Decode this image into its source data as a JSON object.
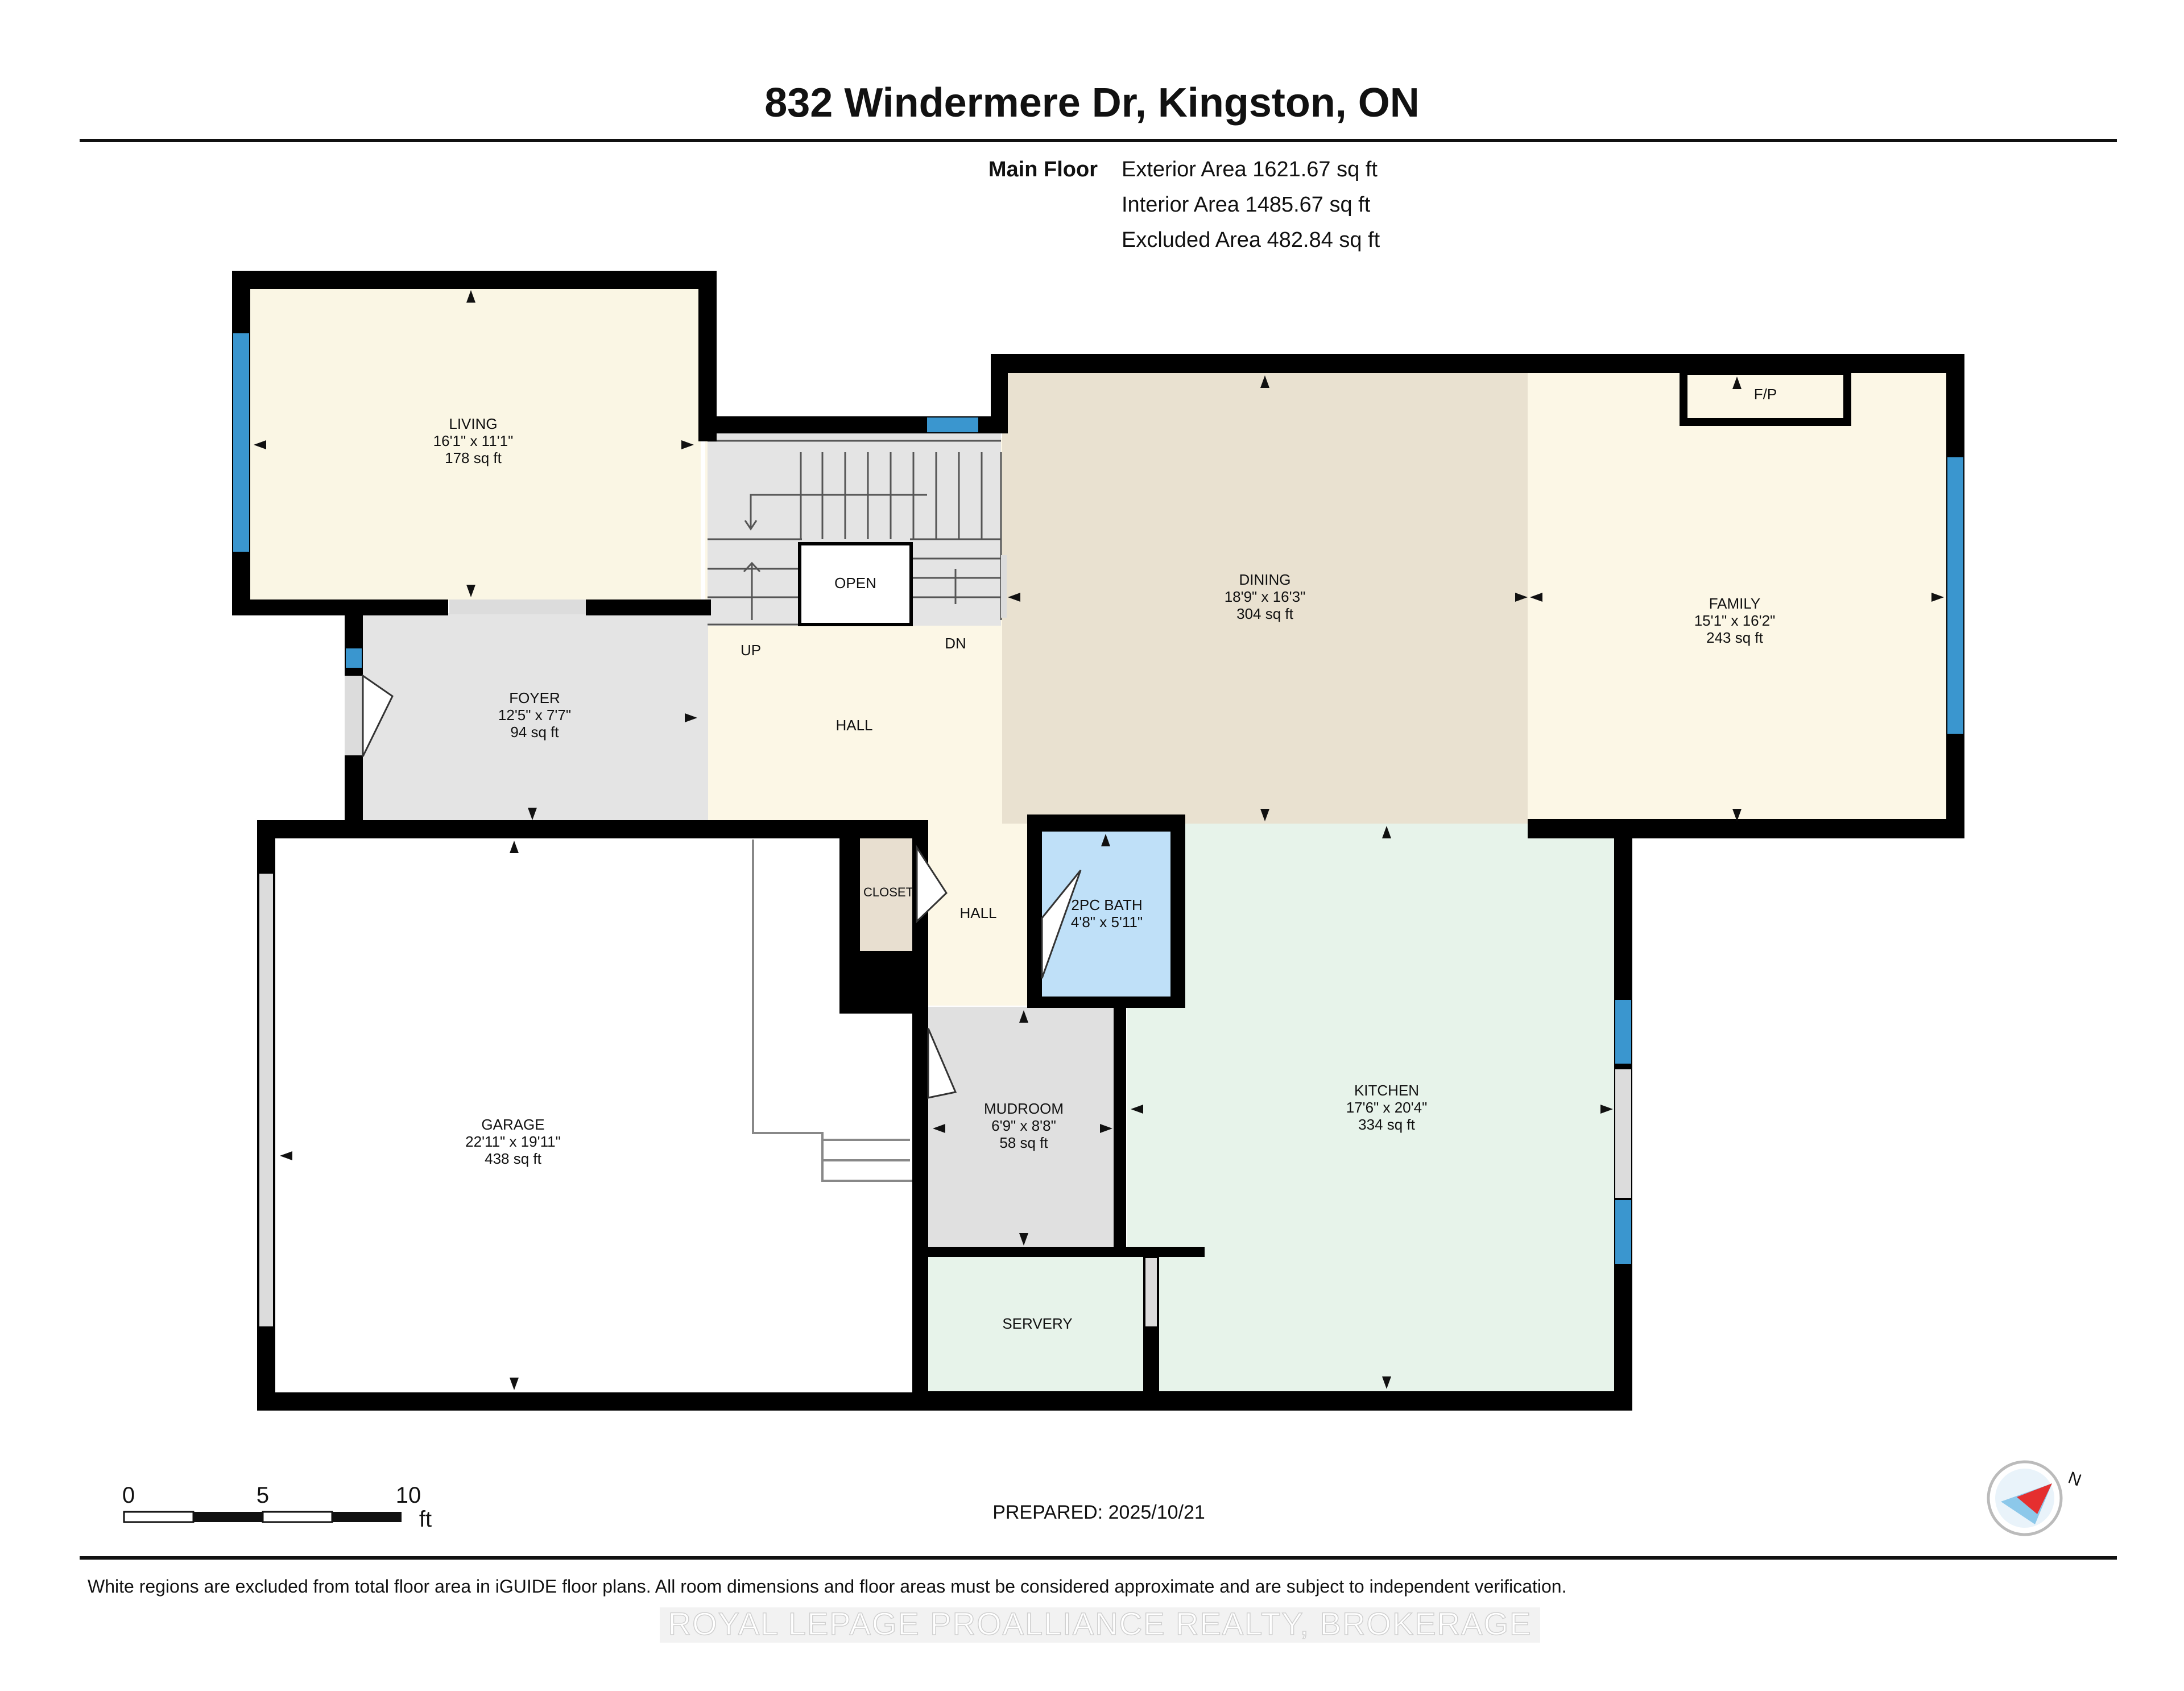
{
  "title": "832 Windermere Dr, Kingston, ON",
  "floor": {
    "name": "Main Floor",
    "exterior_area": "Exterior Area 1621.67 sq ft",
    "interior_area": "Interior Area 1485.67 sq ft",
    "excluded_area": "Excluded Area 482.84 sq ft"
  },
  "rooms": {
    "living": {
      "name": "LIVING",
      "dims": "16'1\" x 11'1\"",
      "area": "178 sq ft"
    },
    "foyer": {
      "name": "FOYER",
      "dims": "12'5\" x 7'7\"",
      "area": "94 sq ft"
    },
    "dining": {
      "name": "DINING",
      "dims": "18'9\" x 16'3\"",
      "area": "304 sq ft"
    },
    "family": {
      "name": "FAMILY",
      "dims": "15'1\" x 16'2\"",
      "area": "243 sq ft"
    },
    "garage": {
      "name": "GARAGE",
      "dims": "22'11\" x 19'11\"",
      "area": "438 sq ft"
    },
    "bath": {
      "name": "2PC BATH",
      "dims": "4'8\" x 5'11\""
    },
    "mudroom": {
      "name": "MUDROOM",
      "dims": "6'9\" x 8'8\"",
      "area": "58 sq ft"
    },
    "kitchen": {
      "name": "KITCHEN",
      "dims": "17'6\" x 20'4\"",
      "area": "334 sq ft"
    },
    "hall": "HALL",
    "hall2": "HALL",
    "closet": "CLOSET",
    "servery": "SERVERY",
    "open": "OPEN",
    "fp": "F/P",
    "up": "UP",
    "dn": "DN"
  },
  "scale_bar": {
    "labels": [
      "0",
      "5",
      "10"
    ],
    "unit": "ft"
  },
  "prepared": "PREPARED: 2025/10/21",
  "compass": {
    "label": "N"
  },
  "disclaimer": "White regions are excluded from total floor area in iGUIDE floor plans. All room dimensions and floor areas must be considered approximate and are subject to independent verification.",
  "watermark": "ROYAL LEPAGE PROALLIANCE REALTY, BROKERAGE",
  "colors": {
    "living": "#faf6e4",
    "hall": "#fcf7e6",
    "foyer": "#e4e4e4",
    "dining": "#e9e1d0",
    "family": "#fcf7e6",
    "kitchen": "#e7f3ea",
    "bath": "#bfe0f8",
    "mudroom": "#e0e0e0",
    "closet": "#e8dfd0",
    "servery": "#e7f3ea",
    "wall": "#000000",
    "window": "#3a96cf"
  }
}
